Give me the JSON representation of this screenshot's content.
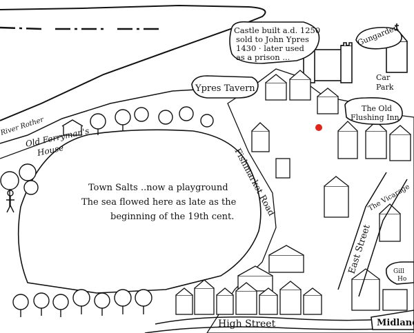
{
  "map": {
    "labels": {
      "river_rother": "River Rother",
      "old_ferrymans_1": "Old Ferryman's",
      "old_ferrymans_2": "House",
      "ypres_tavern": "Ypres Tavern",
      "castle_1": "Castle built a.d. 1250",
      "castle_2": "sold to John Ypres",
      "castle_3": "1430 · later used",
      "castle_4": "as a prison ...",
      "gungarden": "Gungarden",
      "car_park_1": "Car",
      "car_park_2": "Park",
      "old_flushing_1": "The Old",
      "old_flushing_2": "Flushing Inn",
      "fishmarket_road": "Fishmarket Road",
      "town_salts_1": "Town Salts ..now a playground",
      "town_salts_2": "The sea flowed here as late as the",
      "town_salts_3": "beginning of the 19th cent.",
      "east_street": "East Street",
      "the_vicarage": "The Vicarage",
      "gill_house_1": "Gill",
      "gill_house_2": "Ho",
      "high_street": "High Street",
      "midland": "Midland"
    },
    "marker_color": "#e0251b",
    "ink_color": "#111111"
  }
}
